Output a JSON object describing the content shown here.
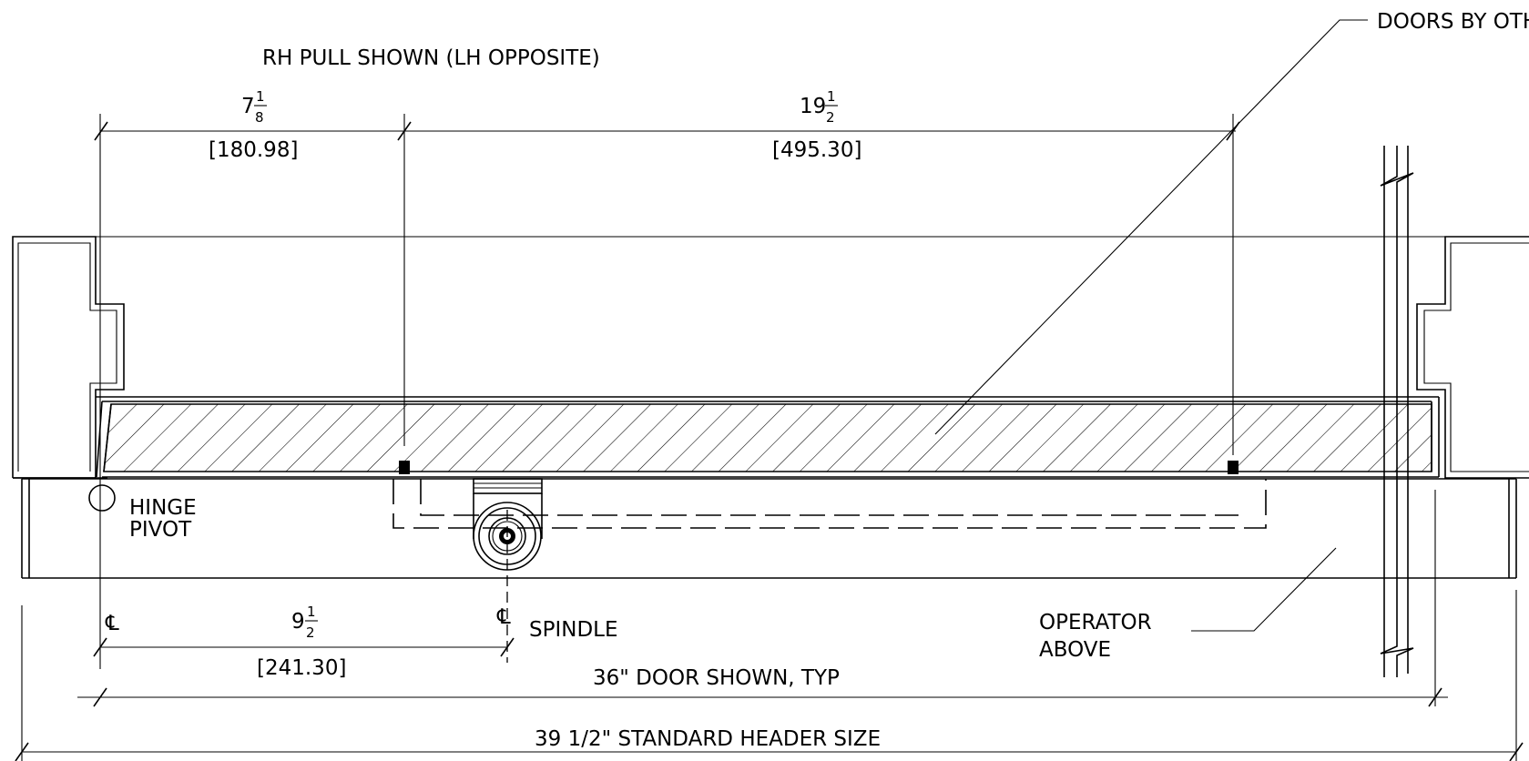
{
  "title": "RH PULL SHOWN (LH OPPOSITE)",
  "callouts": {
    "doors": "DOORS BY OTH",
    "hinge_line1": "HINGE",
    "hinge_line2": "PIVOT",
    "operator_line1": "OPERATOR",
    "operator_line2": "ABOVE",
    "spindle": "SPINDLE",
    "centerline_symbol": "℄"
  },
  "dimensions": {
    "pivot_to_pull": {
      "whole": "7",
      "num": "1",
      "den": "8",
      "metric": "[180.98]"
    },
    "pull_spacing": {
      "whole": "19",
      "num": "1",
      "den": "2",
      "metric": "[495.30]"
    },
    "pivot_to_spindle": {
      "whole": "9",
      "num": "1",
      "den": "2",
      "metric": "[241.30]"
    },
    "door_width": "36\" DOOR SHOWN, TYP",
    "header_size": "39 1/2\" STANDARD HEADER SIZE"
  }
}
